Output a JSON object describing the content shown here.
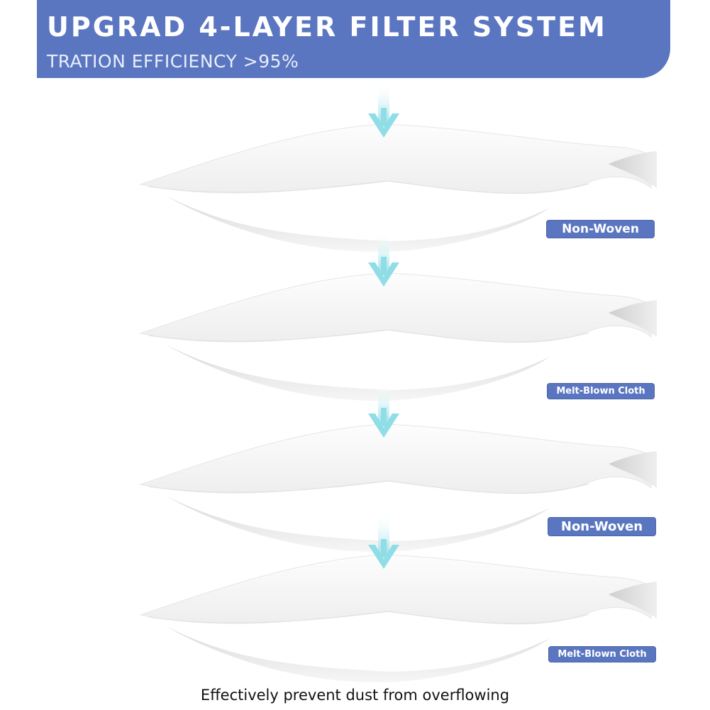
{
  "header": {
    "title": "UPGRAD 4-LAYER FILTER SYSTEM",
    "subtitle": "TRATION EFFICIENCY >95%"
  },
  "layers": [
    {
      "label": "Non-Woven"
    },
    {
      "label": "Melt-Blown Cloth"
    },
    {
      "label": "Non-Woven"
    },
    {
      "label": "Melt-Blown Cloth"
    }
  ],
  "footer": {
    "text": "Effectively prevent dust from overflowing"
  },
  "colors": {
    "banner": "#5b76c0",
    "badge": "#5b76c0",
    "arrow": "#8fdde6",
    "sheet": "#f7f7f7",
    "sheet_edge": "#dedede"
  },
  "icons": {
    "flow_arrow": "down-arrow-icon"
  }
}
